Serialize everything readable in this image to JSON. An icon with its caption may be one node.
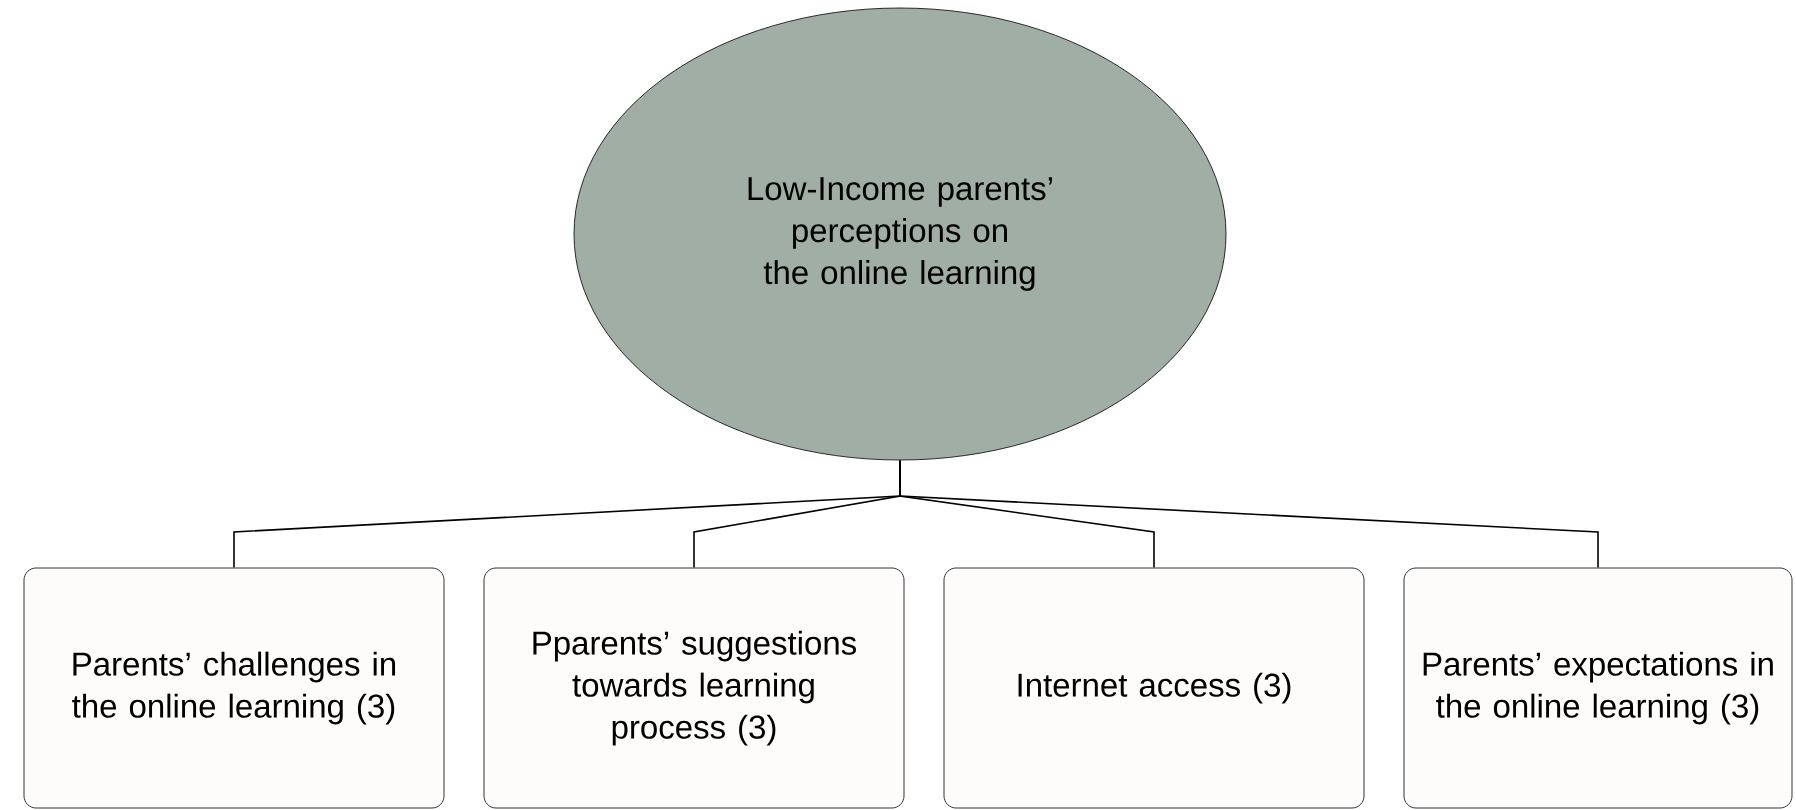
{
  "diagram": {
    "nodes": [
      {
        "text": [
          "Low-Income parents’ perceptions on the online learning"
        ]
      },
      {
        "text": [
          "Parents’ challenges in the online learning (3)"
        ]
      },
      {
        "text": [
          "Pparents’ suggestions towards learning process (3)"
        ]
      },
      {
        "text": [
          "Internet access (3)"
        ]
      },
      {
        "text": [
          "Parents’ expectations in the online learning (3)"
        ]
      }
    ],
    "edges": [
      {
        "from": 0,
        "to": 1,
        "arrow": "none"
      },
      {
        "from": 0,
        "to": 2,
        "arrow": "none"
      },
      {
        "from": 0,
        "to": 3,
        "arrow": "none"
      },
      {
        "from": 0,
        "to": 4,
        "arrow": "none"
      }
    ]
  }
}
